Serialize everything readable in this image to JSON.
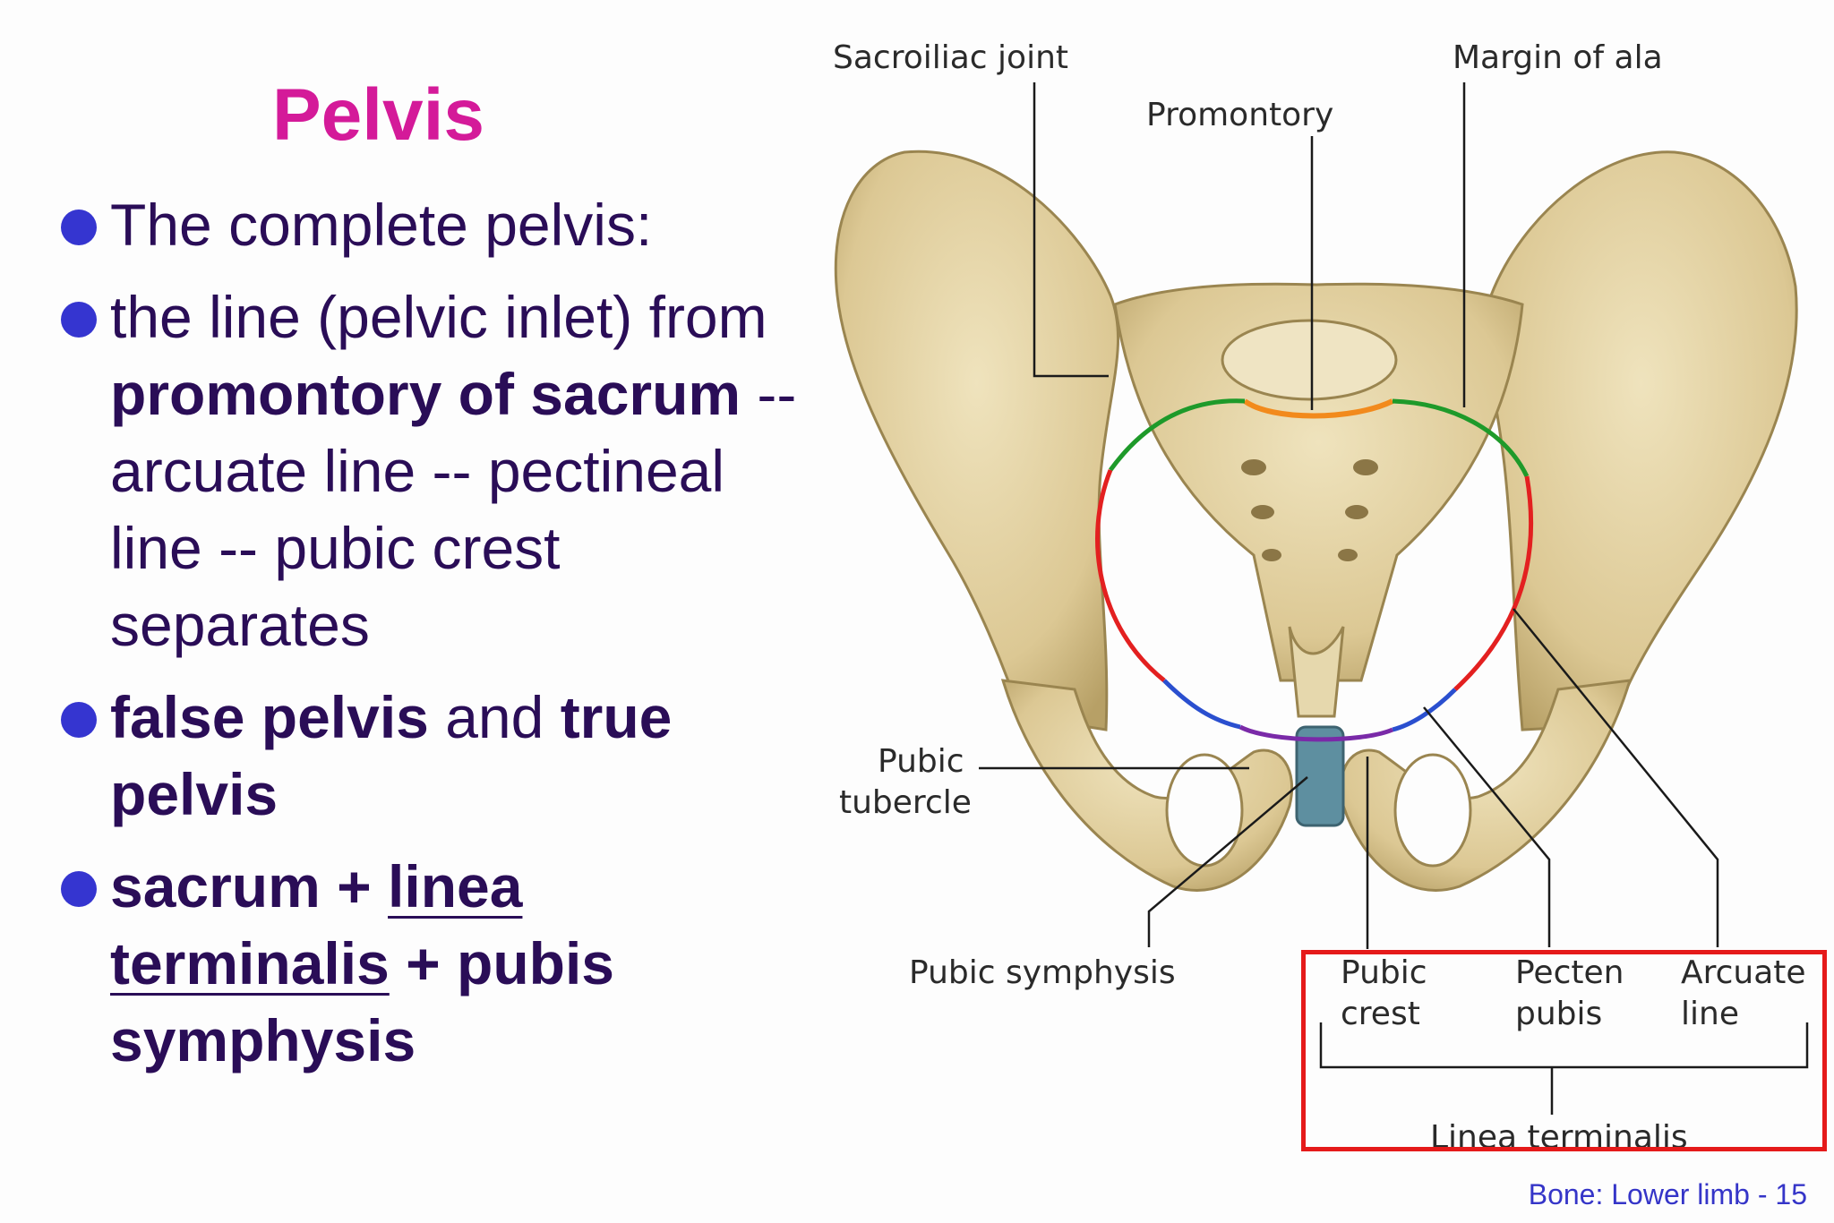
{
  "slide": {
    "title": "Pelvis",
    "footer": "Bone: Lower limb - 15",
    "accent": "#d41a99",
    "text_color": "#2a0d57",
    "bullet_color": "#3535d0"
  },
  "bullets": [
    {
      "parts": [
        {
          "t": "The complete pelvis:"
        }
      ]
    },
    {
      "parts": [
        {
          "t": "the line (pelvic inlet) from "
        },
        {
          "t": "promontory of sacrum",
          "b": true
        },
        {
          "t": " -- arcuate line -- pectineal line -- pubic crest separates"
        }
      ]
    },
    {
      "parts": [
        {
          "t": "false pelvis",
          "b": true
        },
        {
          "t": " and "
        },
        {
          "t": "true pelvis",
          "b": true
        }
      ]
    },
    {
      "parts": [
        {
          "t": "sacrum + ",
          "b": true
        },
        {
          "t": "linea terminalis",
          "b": true,
          "u": true
        },
        {
          "t": " + pubis symphysis",
          "b": true
        }
      ]
    }
  ],
  "figure": {
    "labels": {
      "sacroiliac_joint": "Sacroiliac joint",
      "margin_of_ala": "Margin of ala",
      "promontory": "Promontory",
      "pubic_tubercle_1": "Pubic",
      "pubic_tubercle_2": "tubercle",
      "pubic_symphysis": "Pubic symphysis",
      "pubic_crest_1": "Pubic",
      "pubic_crest_2": "crest",
      "pecten_pubis_1": "Pecten",
      "pecten_pubis_2": "pubis",
      "arcuate_line_1": "Arcuate",
      "arcuate_line_2": "line",
      "linea_terminalis": "Linea terminalis"
    },
    "colors": {
      "bone": "#e3d3a3",
      "bone_shadow": "#b39c63",
      "promontory_line": "#f28a1c",
      "ala_line": "#1e9a2a",
      "arcuate_line": "#e32020",
      "pecten_line": "#2a4fcf",
      "crest_line": "#7a2aa8",
      "symphysis": "#5e8fa0",
      "highlight_box": "#e51a1a"
    }
  }
}
